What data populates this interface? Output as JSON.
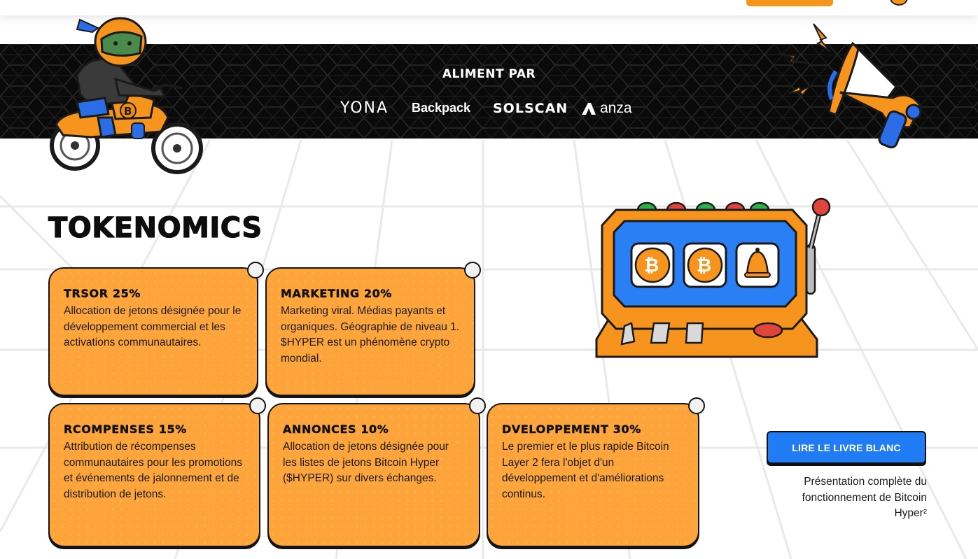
{
  "band": {
    "title": "ALIMENT PAR",
    "partners": [
      "YONA",
      "Backpack",
      "SOLSCAN",
      "anza"
    ]
  },
  "tokenomics": {
    "heading": "TOKENOMICS",
    "cards": [
      {
        "title": "TRSOR 25%",
        "text": "Allocation de jetons désignée pour le développement commercial et les activations communautaires."
      },
      {
        "title": "MARKETING 20%",
        "text": "Marketing viral. Médias payants et organiques. Géographie de niveau 1. $HYPER est un phénomène crypto mondial."
      },
      {
        "title": "RCOMPENSES 15%",
        "text": "Attribution de récompenses communautaires pour les promotions et événements de jalonnement et de distribution de jetons."
      },
      {
        "title": "ANNONCES 10%",
        "text": "Allocation de jetons désignée pour les listes de jetons Bitcoin Hyper ($HYPER) sur divers échanges."
      },
      {
        "title": "DVELOPPEMENT 30%",
        "text": "Le premier et le plus rapide Bitcoin Layer 2 fera l'objet d'un développement et d'améliorations continus."
      }
    ]
  },
  "cta": {
    "button_label": "LIRE LE LIVRE BLANC",
    "description": "Présentation complète du fonctionnement de Bitcoin Hyper²"
  },
  "icons": {
    "coin": "bitcoin-icon",
    "bell": "bell-icon"
  },
  "colors": {
    "accent_orange": "#f7941d",
    "card_orange": "#fda43a",
    "button_blue": "#1f7cf5",
    "band_black": "#0a0a0a"
  }
}
